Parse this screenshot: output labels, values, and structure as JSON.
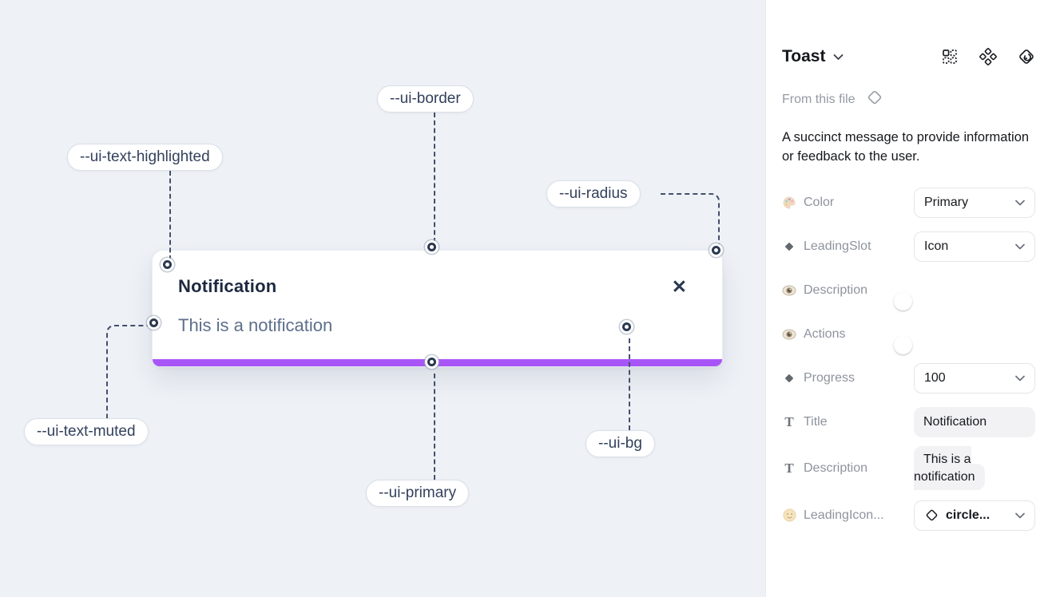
{
  "canvas": {
    "toast": {
      "title": "Notification",
      "description": "This is a notification",
      "close_glyph": "✕"
    },
    "annotations": [
      {
        "id": "ui-border",
        "label": "--ui-border"
      },
      {
        "id": "ui-text-highlighted",
        "label": "--ui-text-highlighted"
      },
      {
        "id": "ui-radius",
        "label": "--ui-radius"
      },
      {
        "id": "ui-text-muted",
        "label": "--ui-text-muted"
      },
      {
        "id": "ui-primary",
        "label": "--ui-primary"
      },
      {
        "id": "ui-bg",
        "label": "--ui-bg"
      }
    ],
    "colors": {
      "canvas_bg": "#eef1f6",
      "primary_bar": "#a855f7",
      "title_text": "#1e2940",
      "muted_text": "#5d6f8b"
    }
  },
  "panel": {
    "title": "Toast",
    "source": "From this file",
    "description": "A succinct message to provide information or feedback to the user.",
    "icons": {
      "header": [
        "instance-grid-icon",
        "component-icon",
        "swap-instance-icon"
      ],
      "source": "diamond-outline-icon"
    },
    "toggle_color": "#2b9ff7",
    "properties": [
      {
        "label": "Color",
        "icon": "palette-icon",
        "control": "dropdown",
        "value": "Primary"
      },
      {
        "label": "LeadingSlot",
        "icon": "diamond-icon",
        "control": "dropdown",
        "value": "Icon"
      },
      {
        "label": "Description",
        "icon": "eye-icon",
        "control": "toggle",
        "value": true
      },
      {
        "label": "Actions",
        "icon": "eye-icon",
        "control": "toggle",
        "value": true
      },
      {
        "label": "Progress",
        "icon": "diamond-icon",
        "control": "dropdown",
        "value": "100"
      },
      {
        "label": "Title",
        "icon": "text-icon",
        "control": "text",
        "value": "Notification"
      },
      {
        "label": "Description",
        "icon": "text-icon",
        "control": "text",
        "value": "This is a notification"
      },
      {
        "label": "LeadingIcon...",
        "icon": "smiley-icon",
        "control": "icon-dropdown",
        "value": "circle..."
      }
    ]
  }
}
